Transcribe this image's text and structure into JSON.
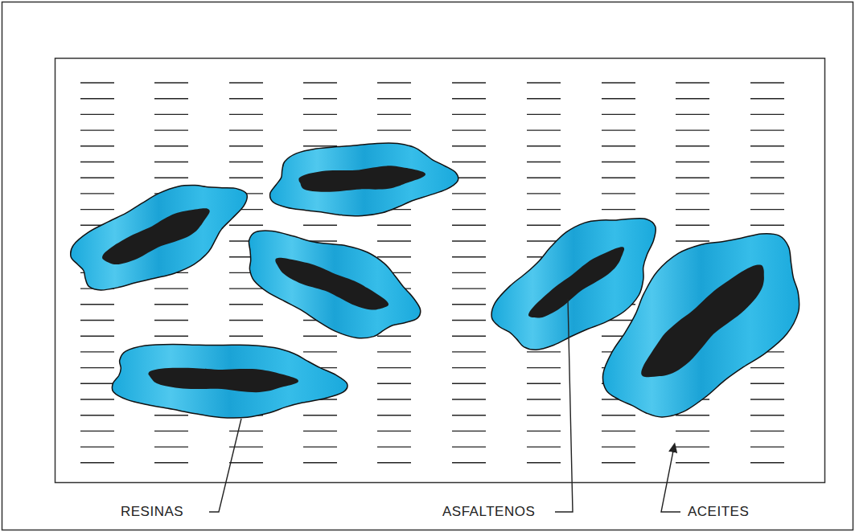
{
  "diagram": {
    "labels": [
      "RESINAS",
      "ASFALTENOS",
      "ACEITES"
    ]
  }
}
